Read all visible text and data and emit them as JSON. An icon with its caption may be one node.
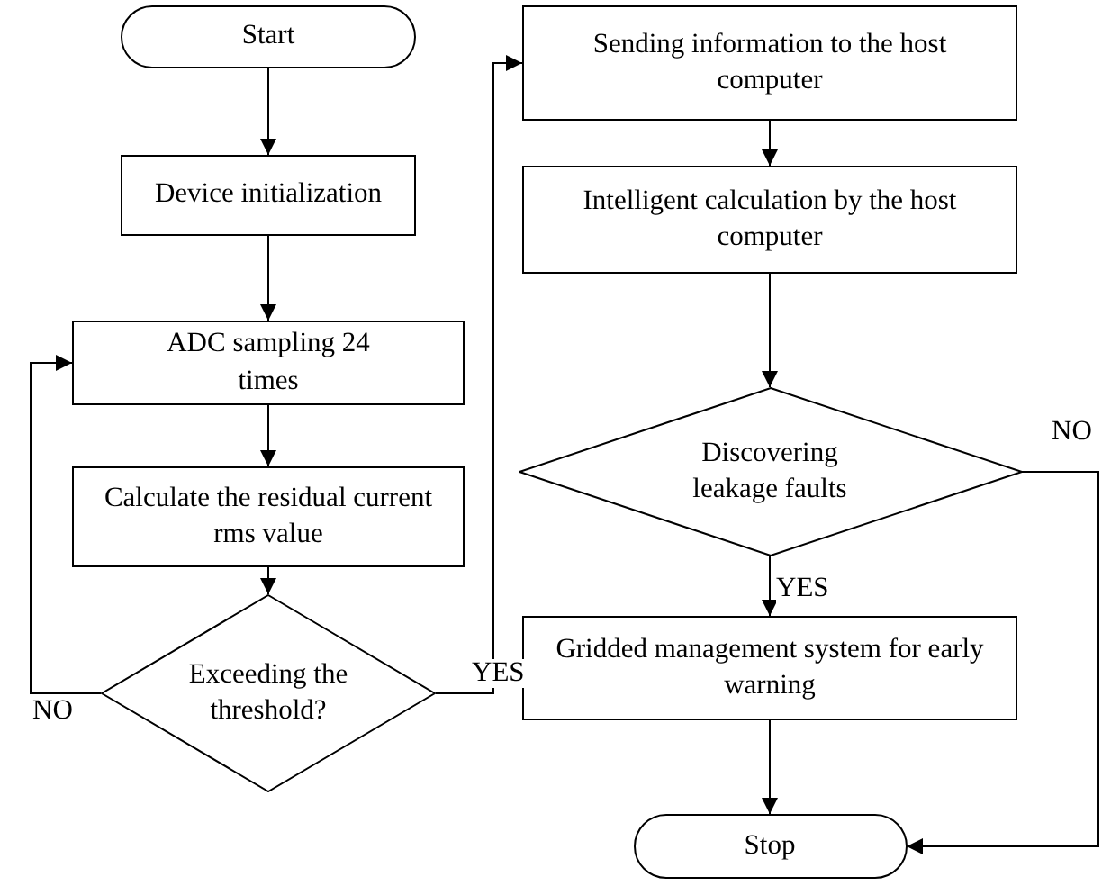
{
  "diagram": {
    "nodes": [
      {
        "text": [
          "Start"
        ]
      },
      {
        "text": [
          "Device initialization"
        ]
      },
      {
        "text": [
          "ADC sampling 24 times"
        ]
      },
      {
        "text": [
          "Calculate the residual current rms value"
        ]
      },
      {
        "text": [
          "Exceeding the threshold?"
        ]
      },
      {
        "text": [
          "Sending information to the host computer"
        ]
      },
      {
        "text": [
          "Intelligent calculation by the host computer"
        ]
      },
      {
        "text": [
          "Discovering leakage faults"
        ]
      },
      {
        "text": [
          "Gridded management system for early warning"
        ]
      },
      {
        "text": [
          "Stop"
        ]
      }
    ],
    "edges": [
      {
        "from": 0,
        "to": 1,
        "arrow": "to"
      },
      {
        "from": 1,
        "to": 2,
        "arrow": "to"
      },
      {
        "from": 2,
        "to": 3,
        "arrow": "to"
      },
      {
        "from": 3,
        "to": 4,
        "arrow": "to"
      },
      {
        "from": 4,
        "to": 2,
        "arrow": "to",
        "label": "NO"
      },
      {
        "from": 4,
        "to": 5,
        "arrow": "to",
        "label": "YES"
      },
      {
        "from": 5,
        "to": 6,
        "arrow": "to"
      },
      {
        "from": 6,
        "to": 7,
        "arrow": "to"
      },
      {
        "from": 7,
        "to": 8,
        "arrow": "to",
        "label": "YES"
      },
      {
        "from": 7,
        "to": 9,
        "arrow": "to",
        "label": "NO"
      },
      {
        "from": 8,
        "to": 9,
        "arrow": "to"
      }
    ]
  }
}
